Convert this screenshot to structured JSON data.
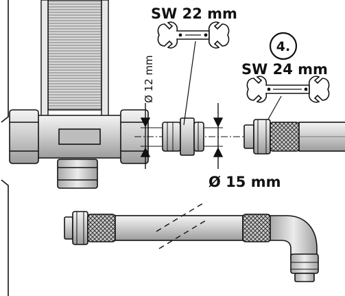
{
  "labels": {
    "wrench_small": "SW 22 mm",
    "wrench_large": "SW 24 mm",
    "step": "4.",
    "dia_small": "Ø 12 mm",
    "dia_large": "Ø 15 mm"
  },
  "colors": {
    "ink": "#111111",
    "metal_light": "#dcdcdc",
    "metal_mid": "#c4c4c4",
    "metal_dark": "#9a9a9a",
    "hose": "#e6e6e6",
    "paper": "#ffffff"
  },
  "icons": [
    "open-end-wrench-icon",
    "step-number-badge"
  ]
}
